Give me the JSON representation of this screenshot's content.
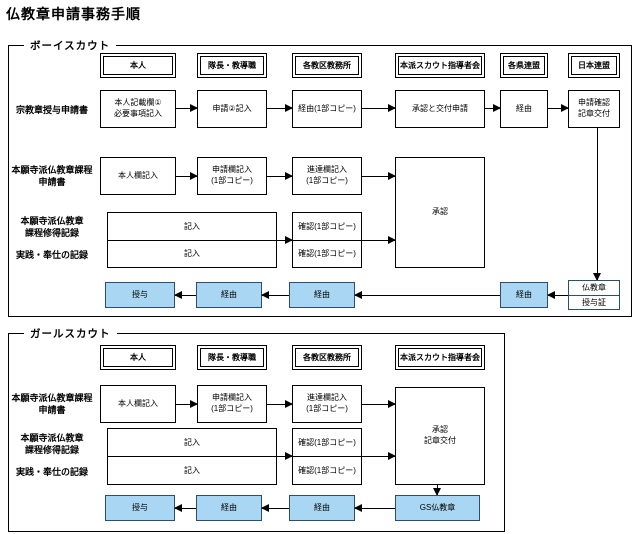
{
  "title": "仏教章申請事務手順",
  "colors": {
    "highlight_fill": "#a9d6f2",
    "highlight_border": "#2a4d72"
  },
  "boy": {
    "label": "ボーイスカウト",
    "headers": [
      "本人",
      "隊長・教導職",
      "各教区教務所",
      "本派スカウト指導者会",
      "各県連盟",
      "日本連盟"
    ],
    "row_shukyo": {
      "label": "宗教章授与申請書",
      "honnin": "本人記載欄①\n必要事項記入",
      "shinsei": "申請②記入",
      "keiyu_copy": "経由(1部コピー)",
      "shonin_kofu": "承認と交付申請",
      "keiyu": "経由",
      "kakunin_kofu": "申請確認\n記章交付"
    },
    "row_katei": {
      "label": "本願寺派仏教章課程\n申請書",
      "honnin": "本人欄記入",
      "shinsei": "申請欄記入\n(1部コピー)",
      "shintatsu": "進達欄記入\n(1部コピー)"
    },
    "row_shutoku": {
      "label": "本願寺派仏教章\n課程修得記録",
      "kinyu": "記入",
      "kakunin": "確認(1部コピー)"
    },
    "row_jissen": {
      "label": "実践・奉仕の記録",
      "kinyu": "記入",
      "kakunin": "確認(1部コピー)"
    },
    "approval": "承認",
    "flow_back": {
      "juyo": "授与",
      "keiyu1": "経由",
      "keiyu2": "経由",
      "keiyu3": "経由",
      "cert_line1": "仏教章",
      "cert_line2": "授与証"
    }
  },
  "girl": {
    "label": "ガールスカウト",
    "headers": [
      "本人",
      "隊長・教導職",
      "各教区教務所",
      "本派スカウト指導者会"
    ],
    "row_katei": {
      "label": "本願寺派仏教章課程\n申請書",
      "honnin": "本人欄記入",
      "shinsei": "申請欄記入\n(1部コピー)",
      "shintatsu": "進達欄記入\n(1部コピー)"
    },
    "row_shutoku": {
      "label": "本願寺派仏教章\n課程修得記録",
      "kinyu": "記入",
      "kakunin": "確認(1部コピー)"
    },
    "row_jissen": {
      "label": "実践・奉仕の記録",
      "kinyu": "記入",
      "kakunin": "確認(1部コピー)"
    },
    "approval": "承認\n記章交付",
    "flow_back": {
      "juyo": "授与",
      "keiyu1": "経由",
      "keiyu2": "経由",
      "cert": "GS仏教章"
    }
  }
}
